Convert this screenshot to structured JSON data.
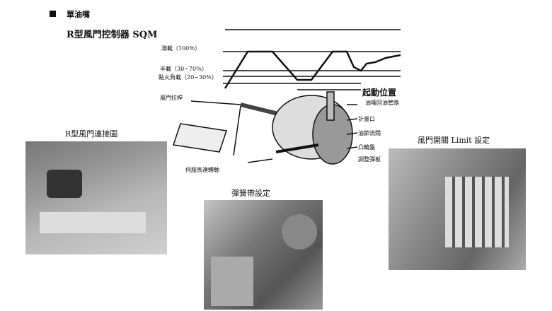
{
  "section_title": "單油嘴",
  "subtitle": "R型風門控制器 SQM",
  "chart_labels": {
    "full_load": "滿載（100％）",
    "half_load": "半載（30~70％）",
    "ignition_load": "點火負載（20~30％）",
    "start_position": "起動位置"
  },
  "diagram_labels": {
    "damper_lever": "風門拉桿",
    "nozzle_return": "油嘴回油管路",
    "metering_port": "計量口",
    "oil_valve": "油節流閥",
    "cam_disc": "凸輪盤",
    "adjust_spring": "調整彈板",
    "servo_shaft": "伺服馬達轉軸"
  },
  "photo_captions": {
    "connection": "R型風門連接圖",
    "spring_band": "彈簧帶設定",
    "limit_setting": "風門開關 Limit 設定"
  }
}
